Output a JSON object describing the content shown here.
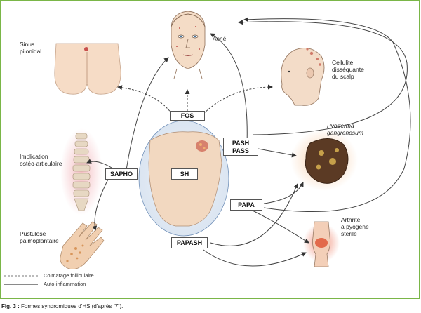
{
  "labels": {
    "sinus": "Sinus\npilonidal",
    "acne": "Acné",
    "cellulite": "Cellulite\ndisséquante\ndu scalp",
    "pyoderma": "Pyoderma\ngangrenosum",
    "implication": "Implication\nostéo-articulaire",
    "arthrite": "Arthrite\nà pyogène\nstérile",
    "pustulose": "Pustulose\npalmoplantaire"
  },
  "boxes": {
    "fos": "FOS",
    "sh": "SH",
    "pash": "PASH\nPASS",
    "sapho": "SAPHO",
    "papa": "PAPA",
    "papash": "PAPASH"
  },
  "legend": {
    "dashed": "Colmatage folliculaire",
    "solid": "Auto-inflammation"
  },
  "caption": {
    "prefix": "Fig. 3 :",
    "text": " Formes syndromiques d'HS (d'après [7])."
  }
}
